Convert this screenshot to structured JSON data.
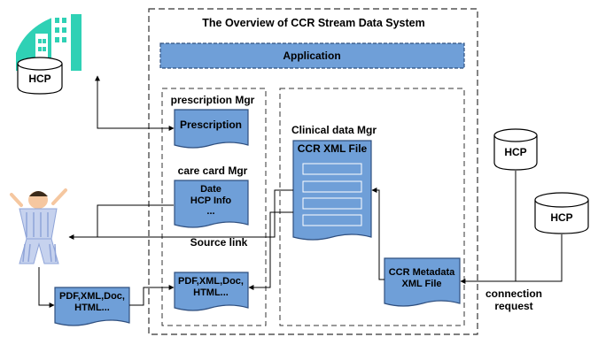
{
  "title": "The Overview of CCR Stream Data System",
  "application": "Application",
  "prescription_mgr": {
    "label": "prescription Mgr",
    "doc": "Prescription"
  },
  "care_card_mgr": {
    "label": "care card Mgr",
    "doc_lines": [
      "Date",
      "HCP Info",
      "..."
    ]
  },
  "source_link": "Source link",
  "pdf_doc_inner": {
    "lines": [
      "PDF,XML,Doc,",
      "HTML..."
    ]
  },
  "pdf_doc_outer": {
    "lines": [
      "PDF,XML,Doc,",
      "HTML..."
    ]
  },
  "clinical_data_mgr": {
    "label": "Clinical data Mgr",
    "doc_title": "CCR XML File"
  },
  "metadata_doc": {
    "lines": [
      "CCR Metadata",
      "XML File"
    ]
  },
  "connection_request": {
    "lines": [
      "connection",
      "request"
    ]
  },
  "hcp": {
    "top_left": "HCP",
    "right_top": "HCP",
    "right_bottom": "HCP"
  },
  "colors": {
    "box_fill": "#6f9fd8",
    "box_stroke": "#2f4f7f",
    "teal": "#2fd1b5",
    "patient_stripe": "#8fa4d8"
  }
}
